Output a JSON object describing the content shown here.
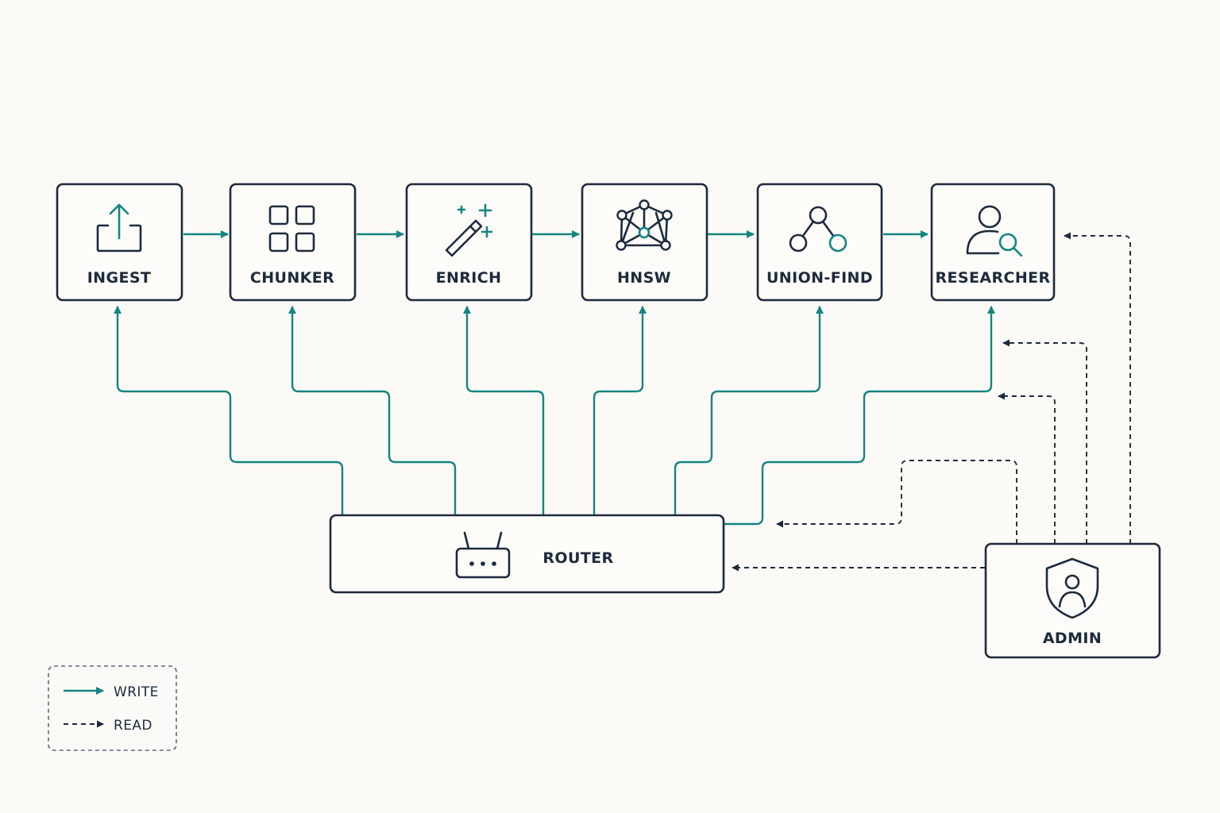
{
  "colors": {
    "background": "#fcfaf6",
    "ink": "#1d2a3c",
    "write": "#138582"
  },
  "nodes": {
    "ingest": {
      "label": "INGEST",
      "icon": "upload-icon"
    },
    "chunker": {
      "label": "CHUNKER",
      "icon": "grid-icon"
    },
    "enrich": {
      "label": "ENRICH",
      "icon": "magic-wand-icon"
    },
    "hnsw": {
      "label": "HNSW",
      "icon": "graph-network-icon"
    },
    "union_find": {
      "label": "UNION-FIND",
      "icon": "tree-merge-icon"
    },
    "researcher": {
      "label": "RESEARCHER",
      "icon": "user-search-icon"
    },
    "router": {
      "label": "ROUTER",
      "icon": "router-icon"
    },
    "admin": {
      "label": "ADMIN",
      "icon": "shield-user-icon"
    }
  },
  "edges": {
    "pipeline": [
      {
        "from": "INGEST",
        "to": "CHUNKER",
        "type": "write"
      },
      {
        "from": "CHUNKER",
        "to": "ENRICH",
        "type": "write"
      },
      {
        "from": "ENRICH",
        "to": "HNSW",
        "type": "write"
      },
      {
        "from": "HNSW",
        "to": "UNION-FIND",
        "type": "write"
      },
      {
        "from": "UNION-FIND",
        "to": "RESEARCHER",
        "type": "write"
      }
    ],
    "router_writes": [
      {
        "from": "ROUTER",
        "to": "INGEST",
        "type": "write"
      },
      {
        "from": "ROUTER",
        "to": "CHUNKER",
        "type": "write"
      },
      {
        "from": "ROUTER",
        "to": "ENRICH",
        "type": "write"
      },
      {
        "from": "ROUTER",
        "to": "HNSW",
        "type": "write"
      },
      {
        "from": "ROUTER",
        "to": "UNION-FIND",
        "type": "write"
      },
      {
        "from": "ROUTER",
        "to": "RESEARCHER",
        "type": "write"
      }
    ],
    "admin_reads": [
      {
        "from": "ADMIN",
        "to": "RESEARCHER",
        "type": "read"
      },
      {
        "from": "ADMIN",
        "to": "RESEARCHER",
        "type": "read"
      },
      {
        "from": "ADMIN",
        "to": "RESEARCHER",
        "type": "read"
      },
      {
        "from": "ADMIN",
        "to": "ROUTER",
        "type": "read"
      },
      {
        "from": "ADMIN",
        "to": "ROUTER",
        "type": "read"
      }
    ]
  },
  "legend": {
    "write_label": "WRITE",
    "read_label": "READ"
  }
}
